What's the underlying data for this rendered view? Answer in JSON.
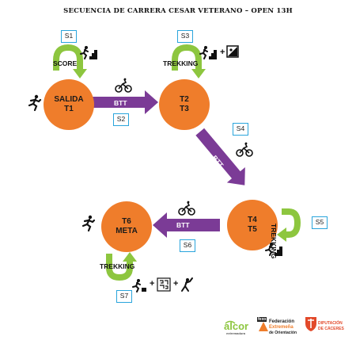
{
  "title": "SECUENCIA DE CARRERA CESAR VETERANO – OPEN 13H",
  "nodes": [
    {
      "line1": "SALIDA",
      "line2": "T1"
    },
    {
      "line1": "T2",
      "line2": "T3"
    },
    {
      "line1": "T4",
      "line2": "T5"
    },
    {
      "line1": "T6",
      "line2": "META"
    }
  ],
  "segments": {
    "s1": {
      "code": "S1",
      "label": "SCORE"
    },
    "s2": {
      "code": "S2",
      "label": "BTT"
    },
    "s3": {
      "code": "S3",
      "label": "TREKKING"
    },
    "s4": {
      "code": "S4",
      "label": "BTT"
    },
    "s5": {
      "code": "S5",
      "label": "TREKKING"
    },
    "s6": {
      "code": "S6",
      "label": "BTT"
    },
    "s7": {
      "code": "S7",
      "label": "TREKKING"
    }
  },
  "plus": "+",
  "colors": {
    "node": "#ef7d2b",
    "arrow": "#7b3b96",
    "loop": "#8dc63f",
    "box": "#2aa5dc"
  },
  "icons": [
    "runner-icon",
    "cyclist-icon",
    "stairs-runner-icon",
    "pace-runner-icon",
    "map-puzzle-icon",
    "orienteering-icon"
  ],
  "footer": {
    "alcor": {
      "name": "alcor",
      "sub": "extremadura"
    },
    "fexo": {
      "badge": "fexo",
      "line1": "Federación",
      "line2": "Extremeña",
      "line3": "de Orientación"
    },
    "diputacion": {
      "line1": "DIPUTACIÓN",
      "line2": "DE CÁCERES"
    }
  }
}
